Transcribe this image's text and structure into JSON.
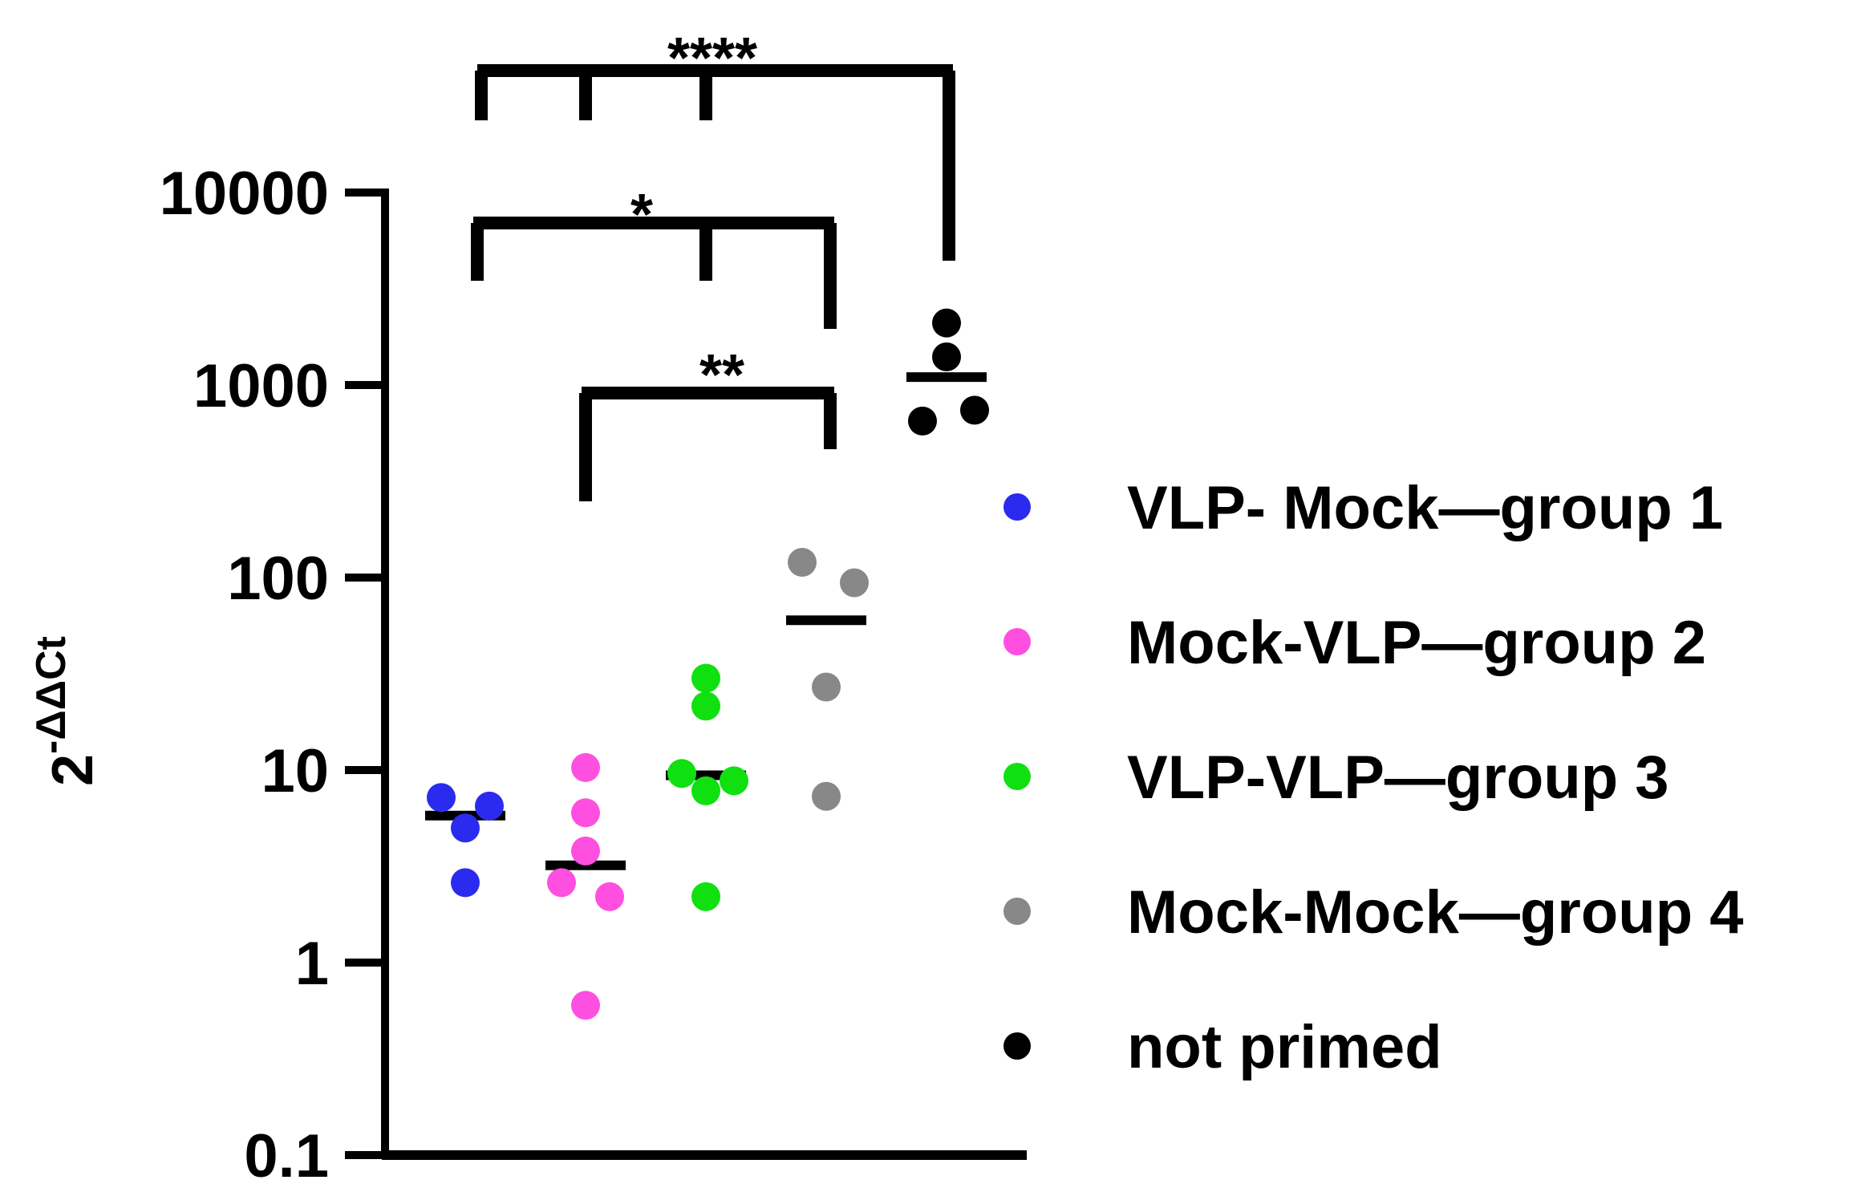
{
  "chart_data": {
    "type": "scatter",
    "y_scale": "log",
    "ylim": [
      0.1,
      10000
    ],
    "yticks": [
      {
        "value": 10000,
        "label": "10000"
      },
      {
        "value": 1000,
        "label": "1000"
      },
      {
        "value": 100,
        "label": "100"
      },
      {
        "value": 10,
        "label": "10"
      },
      {
        "value": 1,
        "label": "1"
      },
      {
        "value": 0.1,
        "label": "0.1"
      }
    ],
    "ylabel": {
      "base": "2",
      "superscript": "-ΔΔCt"
    },
    "xlabel": "",
    "title": "",
    "grid": false,
    "legend_position": "right",
    "series": [
      {
        "name": "VLP- Mock—group 1",
        "color": "#2b2bf0",
        "mean": 5.8,
        "values": [
          7.2,
          6.5,
          5.0,
          2.6
        ]
      },
      {
        "name": "Mock-VLP—group 2",
        "color": "#ff4fe0",
        "mean": 3.2,
        "values": [
          10.3,
          6.0,
          3.8,
          2.6,
          2.2,
          0.6
        ]
      },
      {
        "name": "VLP-VLP—group 3",
        "color": "#10e010",
        "mean": 9.4,
        "values": [
          30.0,
          21.5,
          9.6,
          8.8,
          7.8,
          2.2
        ]
      },
      {
        "name": "Mock-Mock—group 4",
        "color": "#888888",
        "mean": 60.0,
        "values": [
          120.0,
          94.0,
          27.0,
          7.3
        ]
      },
      {
        "name": "not primed",
        "color": "#000000",
        "mean": 1100.0,
        "values": [
          2100.0,
          1400.0,
          740.0,
          650.0
        ]
      }
    ],
    "significance": [
      {
        "label": "****",
        "from": [
          0,
          1,
          2
        ],
        "to": 4
      },
      {
        "label": "*",
        "from": [
          0,
          2
        ],
        "to": 3
      },
      {
        "label": "**",
        "from": [
          1
        ],
        "to": 3
      }
    ]
  }
}
